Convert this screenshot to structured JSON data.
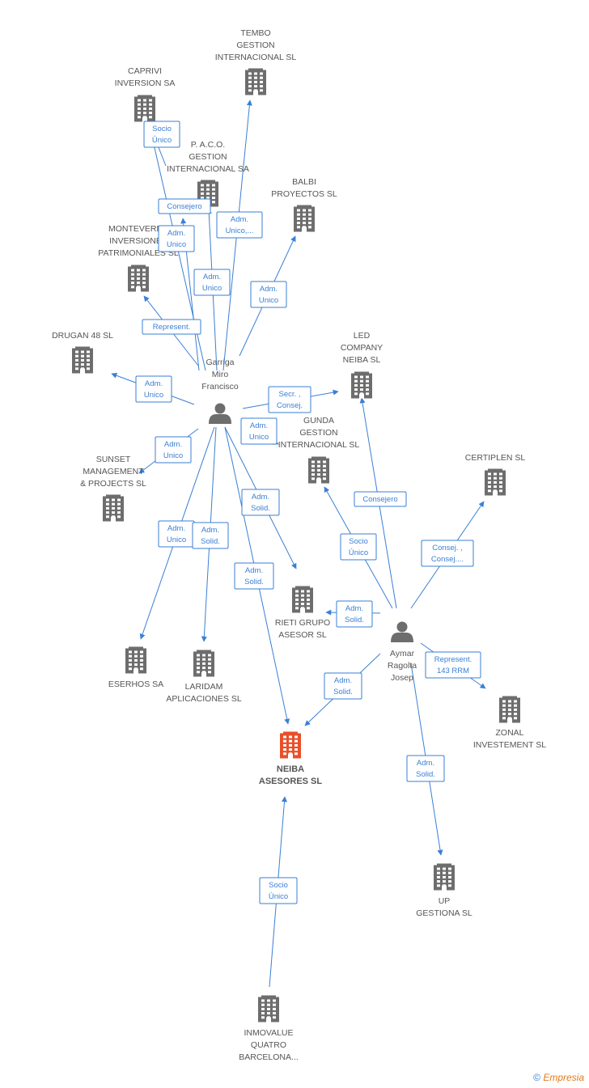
{
  "nodes": [
    {
      "id": "tembo",
      "kind": "company",
      "label": [
        "TEMBO",
        "GESTION",
        "INTERNACIONAL SL"
      ]
    },
    {
      "id": "caprivi",
      "kind": "company",
      "label": [
        "CAPRIVI",
        "INVERSION SA"
      ]
    },
    {
      "id": "paco",
      "kind": "company",
      "label": [
        "P. A.C.O.",
        "GESTION",
        "INTERNACIONAL SA"
      ]
    },
    {
      "id": "balbi",
      "kind": "company",
      "label": [
        "BALBI",
        "PROYECTOS SL"
      ]
    },
    {
      "id": "monteverde",
      "kind": "company",
      "label": [
        "MONTEVERDE",
        "INVERSIONES",
        "PATRIMONIALES SL"
      ]
    },
    {
      "id": "drugan",
      "kind": "company",
      "label": [
        "DRUGAN 48 SL"
      ]
    },
    {
      "id": "led",
      "kind": "company",
      "label": [
        "LED",
        "COMPANY",
        "NEIBA SL"
      ]
    },
    {
      "id": "gunda",
      "kind": "company",
      "label": [
        "GUNDA",
        "GESTION",
        "INTERNACIONAL SL"
      ]
    },
    {
      "id": "certiplen",
      "kind": "company",
      "label": [
        "CERTIPLEN SL"
      ]
    },
    {
      "id": "sunset",
      "kind": "company",
      "label": [
        "SUNSET",
        "MANAGEMENT",
        "& PROJECTS SL"
      ]
    },
    {
      "id": "rieti",
      "kind": "company",
      "label": [
        "RIETI GRUPO",
        "ASESOR SL"
      ]
    },
    {
      "id": "eserhos",
      "kind": "company",
      "label": [
        "ESERHOS SA"
      ]
    },
    {
      "id": "laridam",
      "kind": "company",
      "label": [
        "LARIDAM",
        "APLICACIONES SL"
      ]
    },
    {
      "id": "zonal",
      "kind": "company",
      "label": [
        "ZONAL",
        "INVESTEMENT SL"
      ]
    },
    {
      "id": "neiba",
      "kind": "company",
      "main": true,
      "label": [
        "NEIBA",
        "ASESORES SL"
      ]
    },
    {
      "id": "up",
      "kind": "company",
      "label": [
        "UP",
        "GESTIONA  SL"
      ]
    },
    {
      "id": "inmovalue",
      "kind": "company",
      "label": [
        "INMOVALUE",
        "QUATRO",
        "BARCELONA..."
      ]
    },
    {
      "id": "garriga",
      "kind": "person",
      "label": [
        "Garriga",
        "Miro",
        "Francisco"
      ]
    },
    {
      "id": "aymar",
      "kind": "person",
      "label": [
        "Aymar",
        "Ragolta",
        "Josep"
      ]
    }
  ],
  "edges": [
    {
      "from": "garriga",
      "to": "tembo",
      "label": [
        "Adm.",
        "Unico,..."
      ]
    },
    {
      "from": "garriga",
      "to": "caprivi",
      "label": [
        "Consejero"
      ]
    },
    {
      "from": "garriga",
      "to": "caprivi",
      "label": [
        "Socio",
        "Único"
      ]
    },
    {
      "from": "garriga",
      "to": "paco",
      "label": [
        "Adm.",
        "Unico"
      ]
    },
    {
      "from": "garriga",
      "to": "paco",
      "label": [
        "Adm.",
        "Unico"
      ]
    },
    {
      "from": "garriga",
      "to": "balbi",
      "label": [
        "Adm.",
        "Unico"
      ]
    },
    {
      "from": "garriga",
      "to": "monteverde",
      "label": [
        "Represent."
      ]
    },
    {
      "from": "garriga",
      "to": "drugan",
      "label": [
        "Adm.",
        "Unico"
      ]
    },
    {
      "from": "garriga",
      "to": "led",
      "label": [
        "Secr. ,",
        "Consej."
      ]
    },
    {
      "from": "garriga",
      "to": "rieti",
      "label": [
        "Adm.",
        "Unico"
      ]
    },
    {
      "from": "garriga",
      "to": "sunset",
      "label": [
        "Adm.",
        "Unico"
      ]
    },
    {
      "from": "garriga",
      "to": "eserhos",
      "label": [
        "Adm.",
        "Unico"
      ]
    },
    {
      "from": "garriga",
      "to": "laridam",
      "label": [
        "Adm.",
        "Solid."
      ]
    },
    {
      "from": "garriga",
      "to": "rieti",
      "label": [
        "Adm.",
        "Solid."
      ]
    },
    {
      "from": "garriga",
      "to": "neiba",
      "label": [
        "Adm.",
        "Solid."
      ]
    },
    {
      "from": "aymar",
      "to": "led",
      "label": [
        "Consejero"
      ]
    },
    {
      "from": "aymar",
      "to": "gunda",
      "label": [
        "Socio",
        "Único"
      ]
    },
    {
      "from": "aymar",
      "to": "certiplen",
      "label": [
        "Consej. ,",
        "Consej...."
      ]
    },
    {
      "from": "aymar",
      "to": "rieti",
      "label": [
        "Adm.",
        "Solid."
      ]
    },
    {
      "from": "aymar",
      "to": "zonal",
      "label": [
        "Represent.",
        "143 RRM"
      ]
    },
    {
      "from": "aymar",
      "to": "neiba",
      "label": [
        "Adm.",
        "Solid."
      ]
    },
    {
      "from": "aymar",
      "to": "up",
      "label": [
        "Adm.",
        "Solid."
      ]
    },
    {
      "from": "inmovalue",
      "to": "neiba",
      "label": [
        "Socio",
        "Único"
      ]
    }
  ],
  "colors": {
    "edge": "#3a7fd5",
    "node": "#6d6d6d",
    "main_node": "#e8502a",
    "text": "#555555"
  },
  "icons": {
    "company": "building-icon",
    "person": "person-icon"
  },
  "footer": {
    "copyright": "©",
    "brand": "Empresia"
  }
}
